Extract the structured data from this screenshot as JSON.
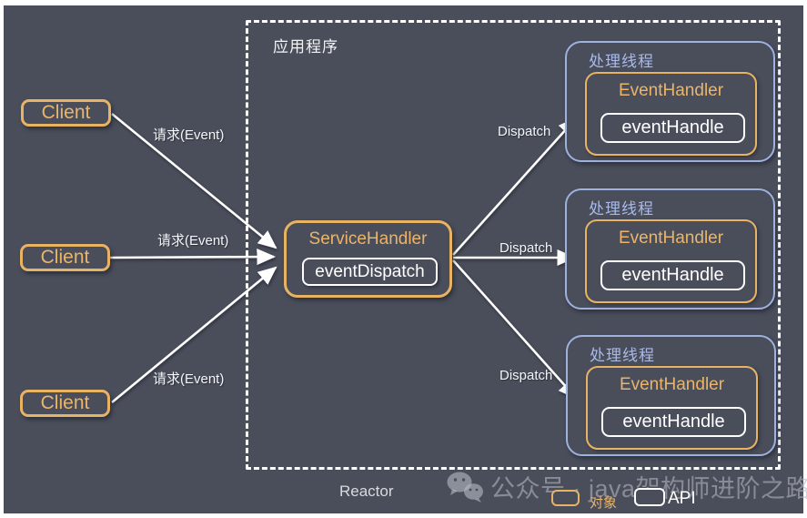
{
  "application": {
    "label": "应用程序",
    "reactor_label": "Reactor"
  },
  "clients": [
    {
      "label": "Client"
    },
    {
      "label": "Client"
    },
    {
      "label": "Client"
    }
  ],
  "request_labels": [
    "请求(Event)",
    "请求(Event)",
    "请求(Event)"
  ],
  "dispatch_labels": [
    "Dispatch",
    "Dispatch",
    "Dispatch"
  ],
  "service_handler": {
    "title": "ServiceHandler",
    "method": "eventDispatch"
  },
  "handler_groups": [
    {
      "thread_label": "处理线程",
      "title": "EventHandler",
      "method": "eventHandle"
    },
    {
      "thread_label": "处理线程",
      "title": "EventHandler",
      "method": "eventHandle"
    },
    {
      "thread_label": "处理线程",
      "title": "EventHandler",
      "method": "eventHandle"
    }
  ],
  "legend": {
    "object_label": "对象",
    "api_label": "API"
  },
  "watermark": {
    "icon": "wechat-icon",
    "text": "公众号 · java架构师进阶之路"
  },
  "colors": {
    "background": "#4a4e5b",
    "object_border": "#e9b364",
    "thread_border": "#9fb1dd",
    "api_border": "#ffffff",
    "text_white": "#ffffff",
    "watermark_gray": "#b6bac3"
  }
}
